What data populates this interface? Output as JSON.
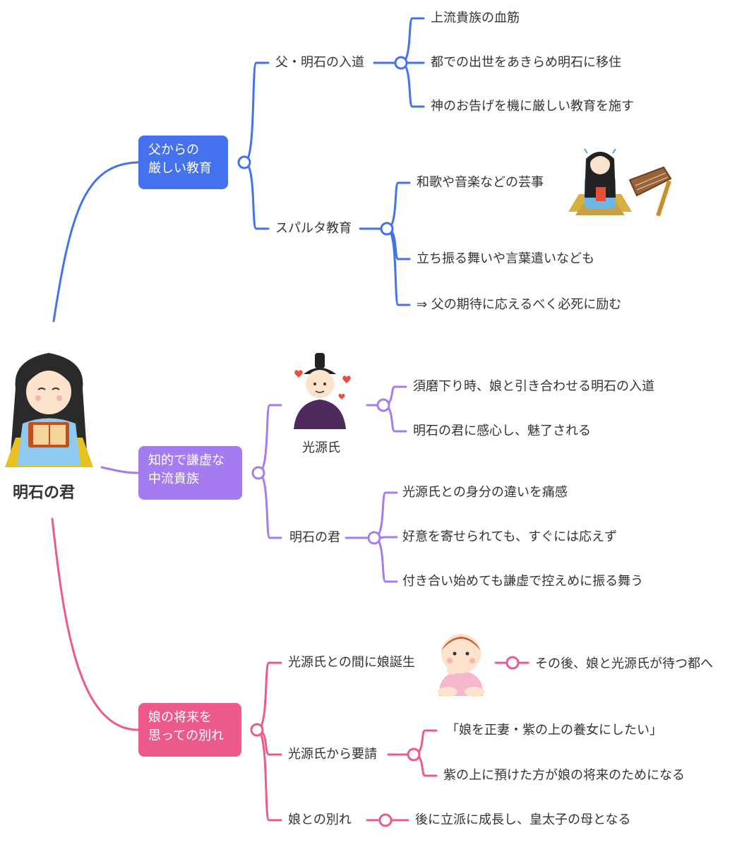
{
  "root": {
    "label": "明石の君",
    "icon": "woman-reading-icon"
  },
  "colors": {
    "blue": "#4472ee",
    "purple": "#a47cf0",
    "pink": "#ec5a8c"
  },
  "branches": [
    {
      "title_lines": [
        "父からの",
        "厳しい教育"
      ],
      "color": "#4472ee",
      "children": [
        {
          "label": "父・明石の入道",
          "leaves": [
            "上流貴族の血筋",
            "都での出世をあきらめ明石に移住",
            "神のお告げを機に厳しい教育を施す"
          ]
        },
        {
          "label": "スパルタ教育",
          "leaves": [
            "和歌や音楽などの芸事",
            "立ち振る舞いや言葉遣いなども",
            "⇒ 父の期待に応えるべく必死に励む"
          ]
        }
      ]
    },
    {
      "title_lines": [
        "知的で謙虚な",
        "中流貴族"
      ],
      "color": "#a47cf0",
      "children": [
        {
          "label": "光源氏",
          "leaves": [
            "須磨下り時、娘と引き合わせる明石の入道",
            "明石の君に感心し、魅了される"
          ]
        },
        {
          "label": "明石の君",
          "leaves": [
            "光源氏との身分の違いを痛感",
            "好意を寄せられても、すぐには応えず",
            "付き合い始めても謙虚で控えめに振る舞う"
          ]
        }
      ]
    },
    {
      "title_lines": [
        "娘の将来を",
        "思っての別れ"
      ],
      "color": "#ec5a8c",
      "children": [
        {
          "label": "光源氏との間に娘誕生",
          "leaves": [
            "その後、娘と光源氏が待つ都へ"
          ]
        },
        {
          "label": "光源氏から要請",
          "leaves": [
            "「娘を正妻・紫の上の養女にしたい」",
            "紫の上に預けた方が娘の将来のためになる"
          ]
        },
        {
          "label": "娘との別れ",
          "leaves": [
            "後に立派に成長し、皇太子の母となる"
          ]
        }
      ]
    }
  ],
  "illustrations": [
    "koto-player-icon",
    "genji-nobleman-icon",
    "baby-icon"
  ]
}
